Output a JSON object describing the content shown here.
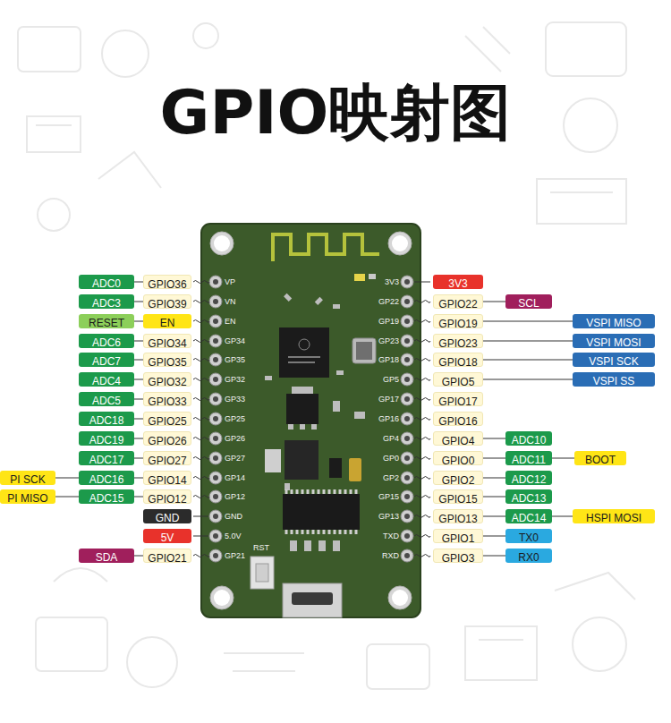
{
  "diagram": {
    "title": "GPIO映射图",
    "nodes": [
      {
        "text": [
          "ADC0"
        ]
      },
      {
        "text": [
          "GPIO36"
        ]
      },
      {
        "text": [
          "3V3"
        ]
      },
      {
        "text": [
          "ADC3"
        ]
      },
      {
        "text": [
          "GPIO39"
        ]
      },
      {
        "text": [
          "GPIO22"
        ]
      },
      {
        "text": [
          "SCL"
        ]
      },
      {
        "text": [
          "RESET"
        ]
      },
      {
        "text": [
          "EN"
        ]
      },
      {
        "text": [
          "GPIO19"
        ]
      },
      {
        "text": [
          "VSPI MISO"
        ]
      },
      {
        "text": [
          "ADC6"
        ]
      },
      {
        "text": [
          "GPIO34"
        ]
      },
      {
        "text": [
          "GPIO23"
        ]
      },
      {
        "text": [
          "VSPI MOSI"
        ]
      },
      {
        "text": [
          "ADC7"
        ]
      },
      {
        "text": [
          "GPIO35"
        ]
      },
      {
        "text": [
          "GPIO18"
        ]
      },
      {
        "text": [
          "VSPI SCK"
        ]
      },
      {
        "text": [
          "ADC4"
        ]
      },
      {
        "text": [
          "GPIO32"
        ]
      },
      {
        "text": [
          "GPIO5"
        ]
      },
      {
        "text": [
          "VSPI SS"
        ]
      },
      {
        "text": [
          "ADC5"
        ]
      },
      {
        "text": [
          "GPIO33"
        ]
      },
      {
        "text": [
          "GPIO17"
        ]
      },
      {
        "text": [
          "ADC18"
        ]
      },
      {
        "text": [
          "GPIO25"
        ]
      },
      {
        "text": [
          "GPIO16"
        ]
      },
      {
        "text": [
          "ADC19"
        ]
      },
      {
        "text": [
          "GPIO26"
        ]
      },
      {
        "text": [
          "GPIO4"
        ]
      },
      {
        "text": [
          "ADC10"
        ]
      },
      {
        "text": [
          "ADC17"
        ]
      },
      {
        "text": [
          "GPIO27"
        ]
      },
      {
        "text": [
          "GPIO0"
        ]
      },
      {
        "text": [
          "ADC11"
        ]
      },
      {
        "text": [
          "BOOT"
        ]
      },
      {
        "text": [
          "PI SCK"
        ]
      },
      {
        "text": [
          "ADC16"
        ]
      },
      {
        "text": [
          "GPIO14"
        ]
      },
      {
        "text": [
          "GPIO2"
        ]
      },
      {
        "text": [
          "ADC12"
        ]
      },
      {
        "text": [
          "PI MISO"
        ]
      },
      {
        "text": [
          "ADC15"
        ]
      },
      {
        "text": [
          "GPIO12"
        ]
      },
      {
        "text": [
          "GPIO15"
        ]
      },
      {
        "text": [
          "ADC13"
        ]
      },
      {
        "text": [
          "GND"
        ]
      },
      {
        "text": [
          "GPIO13"
        ]
      },
      {
        "text": [
          "ADC14"
        ]
      },
      {
        "text": [
          "HSPI MOSI"
        ]
      },
      {
        "text": [
          "5V"
        ]
      },
      {
        "text": [
          "GPIO1"
        ]
      },
      {
        "text": [
          "TX0"
        ]
      },
      {
        "text": [
          "SDA"
        ]
      },
      {
        "text": [
          "GPIO21"
        ]
      },
      {
        "text": [
          "GPIO3"
        ]
      },
      {
        "text": [
          "RX0"
        ]
      }
    ],
    "edges": [
      {
        "from": 0,
        "to": 1,
        "arrow": "none"
      },
      {
        "from": 3,
        "to": 4,
        "arrow": "none"
      },
      {
        "from": 5,
        "to": 6,
        "arrow": "none"
      },
      {
        "from": 7,
        "to": 8,
        "arrow": "none"
      },
      {
        "from": 9,
        "to": 10,
        "arrow": "none"
      },
      {
        "from": 11,
        "to": 12,
        "arrow": "none"
      },
      {
        "from": 13,
        "to": 14,
        "arrow": "none"
      },
      {
        "from": 15,
        "to": 16,
        "arrow": "none"
      },
      {
        "from": 17,
        "to": 18,
        "arrow": "none"
      },
      {
        "from": 19,
        "to": 20,
        "arrow": "none"
      },
      {
        "from": 21,
        "to": 22,
        "arrow": "none"
      },
      {
        "from": 23,
        "to": 24,
        "arrow": "none"
      },
      {
        "from": 26,
        "to": 27,
        "arrow": "none"
      },
      {
        "from": 29,
        "to": 30,
        "arrow": "none"
      },
      {
        "from": 31,
        "to": 32,
        "arrow": "none"
      },
      {
        "from": 33,
        "to": 34,
        "arrow": "none"
      },
      {
        "from": 35,
        "to": 36,
        "arrow": "none"
      },
      {
        "from": 36,
        "to": 37,
        "arrow": "none"
      },
      {
        "from": 38,
        "to": 39,
        "arrow": "none"
      },
      {
        "from": 39,
        "to": 40,
        "arrow": "none"
      },
      {
        "from": 41,
        "to": 42,
        "arrow": "none"
      },
      {
        "from": 43,
        "to": 44,
        "arrow": "none"
      },
      {
        "from": 44,
        "to": 45,
        "arrow": "none"
      },
      {
        "from": 46,
        "to": 47,
        "arrow": "none"
      },
      {
        "from": 49,
        "to": 50,
        "arrow": "none"
      },
      {
        "from": 50,
        "to": 51,
        "arrow": "none"
      },
      {
        "from": 53,
        "to": 54,
        "arrow": "none"
      },
      {
        "from": 55,
        "to": 56,
        "arrow": "none"
      },
      {
        "from": 57,
        "to": 58,
        "arrow": "none"
      }
    ],
    "labels": [
      "VP",
      "3V3",
      "VN",
      "GP22",
      "EN",
      "GP19",
      "GP34",
      "GP23",
      "GP35",
      "GP18",
      "GP32",
      "GP5",
      "GP33",
      "GP17",
      "GP25",
      "GP16",
      "GP26",
      "GP4",
      "GP27",
      "GP0",
      "GP14",
      "GP2",
      "GP12",
      "GP15",
      "GND",
      "GP13",
      "5.0V",
      "TXD",
      "GP21",
      "RXD",
      "RST"
    ]
  }
}
